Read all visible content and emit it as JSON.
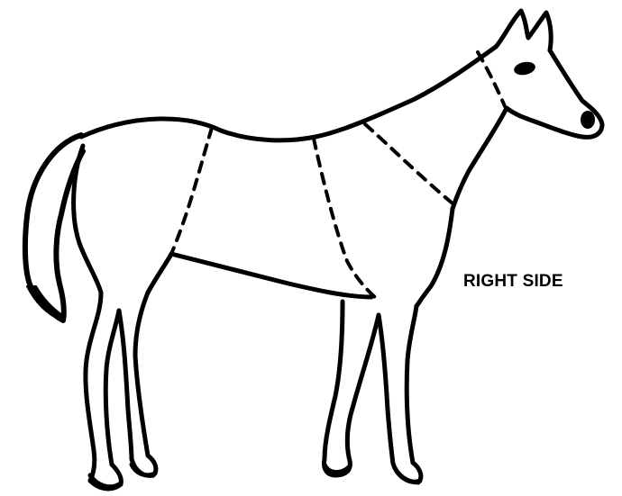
{
  "diagram": {
    "label": "RIGHT SIDE",
    "subject": "horse-outline",
    "region_divider_style": "dashed",
    "line_color": "#000000",
    "background": "#ffffff"
  }
}
